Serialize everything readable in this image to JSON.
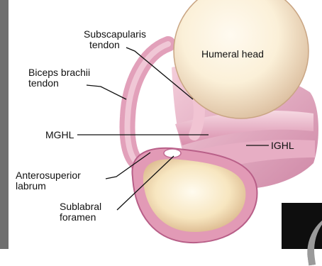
{
  "labels": {
    "subscapularis": [
      "Subscapularis",
      "tendon"
    ],
    "humeral_head": "Humeral head",
    "biceps": [
      "Biceps brachii",
      "tendon"
    ],
    "mghl": "MGHL",
    "ighl": "IGHL",
    "anterosuperior": [
      "Anterosuperior",
      "labrum"
    ],
    "sublabral": [
      "Sublabral",
      "foramen"
    ]
  },
  "colors": {
    "bone_light": "#fbf3e0",
    "bone_shadow": "#e8d2b0",
    "tissue_pink": "#e6a6bf",
    "tissue_deep": "#c06a93",
    "frame_gray": "#6f6f6f",
    "corner_dark": "#0e0e0e"
  }
}
